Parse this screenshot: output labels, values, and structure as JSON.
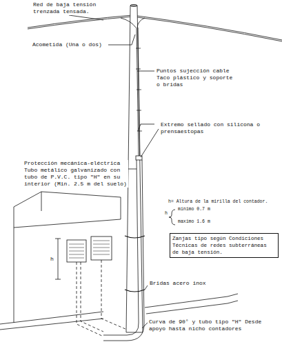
{
  "diagram": {
    "nodes": [
      {
        "text": [
          "Zanjas tipo según Condiciones Técnicas de redes subterráneas de baja tensión."
        ]
      }
    ],
    "labels": [
      "Red de baja tensión trenzada tensada.",
      "Acometida (Una o dos)",
      "Puntos sujección cable Taco plástico y soporte o bridas",
      "Extremo sellado con silicona o prensaestopas",
      "Protección mecánica-eléctrica Tubo metálico galvanizado con tubo de P.V.C. tipo \"H\" en su interior (Min. 2.5 m del suelo)",
      "h= Altura de la mirilla del contador.",
      "h",
      "mínimo 0.7 m",
      "maximo 1.6 m",
      "Bridas acero inox",
      "h",
      "Curva de 90° y tubo tipo \"H\" Desde apoyo hasta nicho contadores"
    ]
  }
}
